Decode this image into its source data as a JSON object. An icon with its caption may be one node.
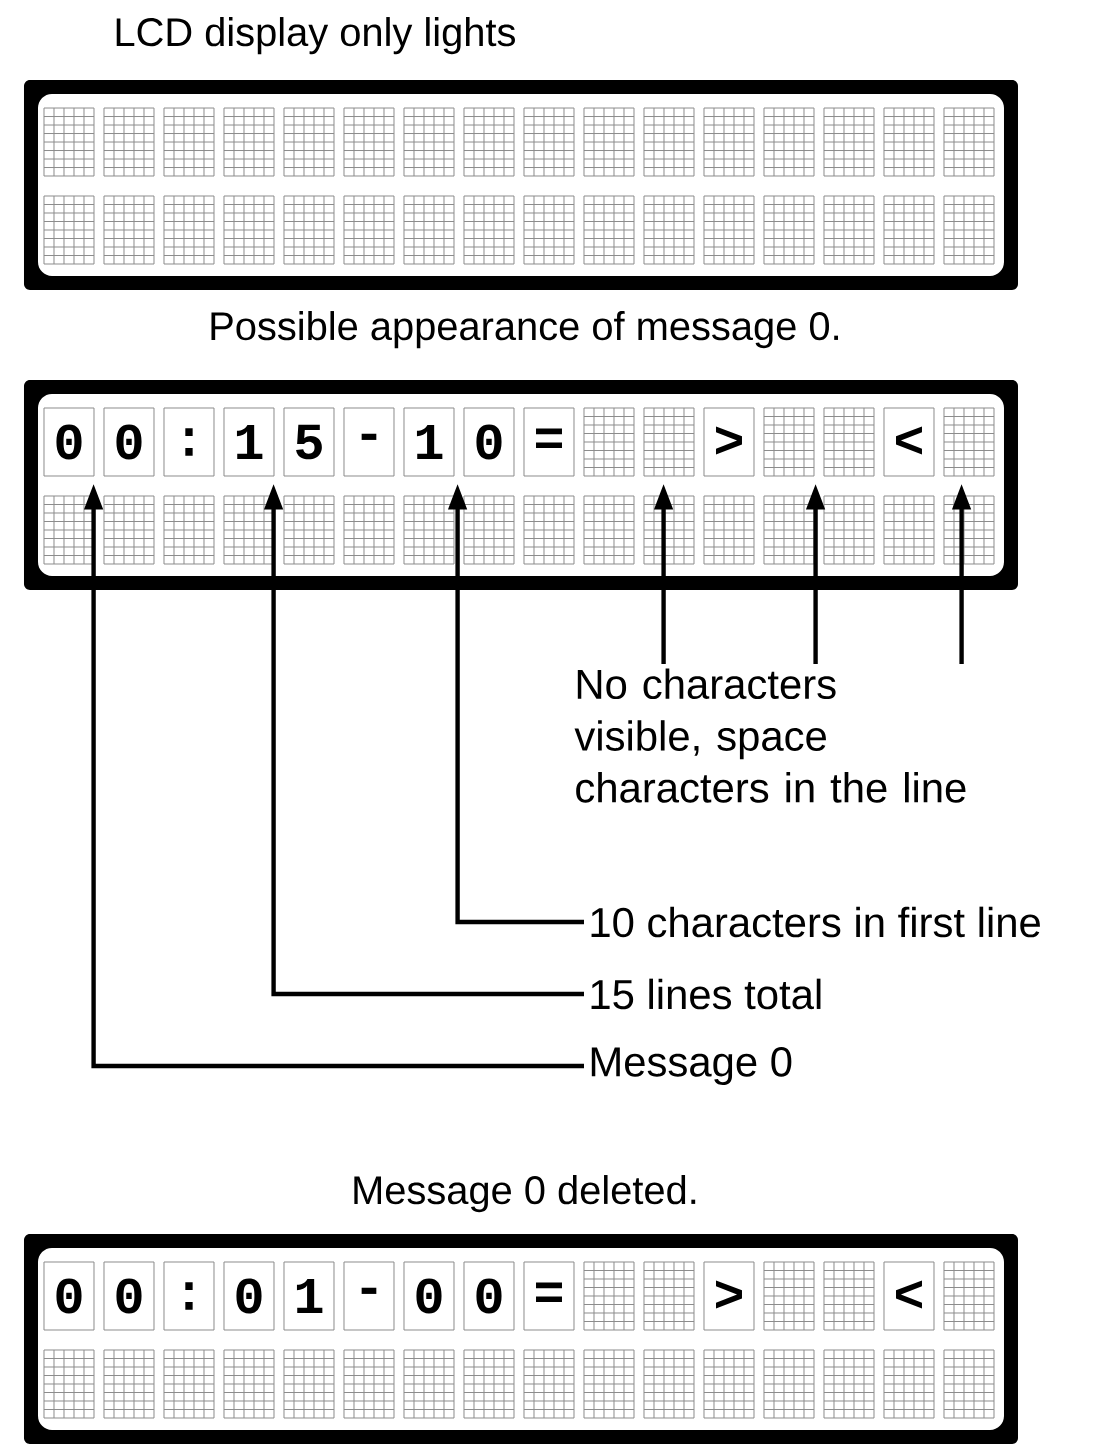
{
  "diagram": {
    "nodes": [
      {
        "text": [],
        "shape": "box",
        "beside": [
          "LCD display only lights"
        ]
      },
      {
        "text": [],
        "shape": "box",
        "beside": [
          "Possible appearance of message 0."
        ]
      },
      {
        "text": [
          "No characters visible, space characters in the line"
        ]
      },
      {
        "text": [
          "10 characters in first line"
        ]
      },
      {
        "text": [
          "15 lines total"
        ]
      },
      {
        "text": [
          "Message 0"
        ]
      },
      {
        "text": [],
        "shape": "box",
        "beside": [
          "Message 0 deleted."
        ]
      }
    ],
    "edges": [
      {
        "from": 2,
        "to": 1,
        "arrow": "to"
      },
      {
        "from": 2,
        "to": 1,
        "arrow": "to"
      },
      {
        "from": 2,
        "to": 1,
        "arrow": "to"
      },
      {
        "from": 3,
        "to": 1,
        "arrow": "to"
      },
      {
        "from": 4,
        "to": 1,
        "arrow": "to"
      },
      {
        "from": 5,
        "to": 1,
        "arrow": "to"
      }
    ],
    "labels": [
      "0",
      "0",
      ":",
      "1",
      "5",
      "-",
      "1",
      "0",
      "=",
      ">",
      "<",
      "0",
      "0",
      ":",
      "0",
      "1",
      "-",
      "0",
      "0",
      "=",
      ">",
      "<"
    ]
  }
}
